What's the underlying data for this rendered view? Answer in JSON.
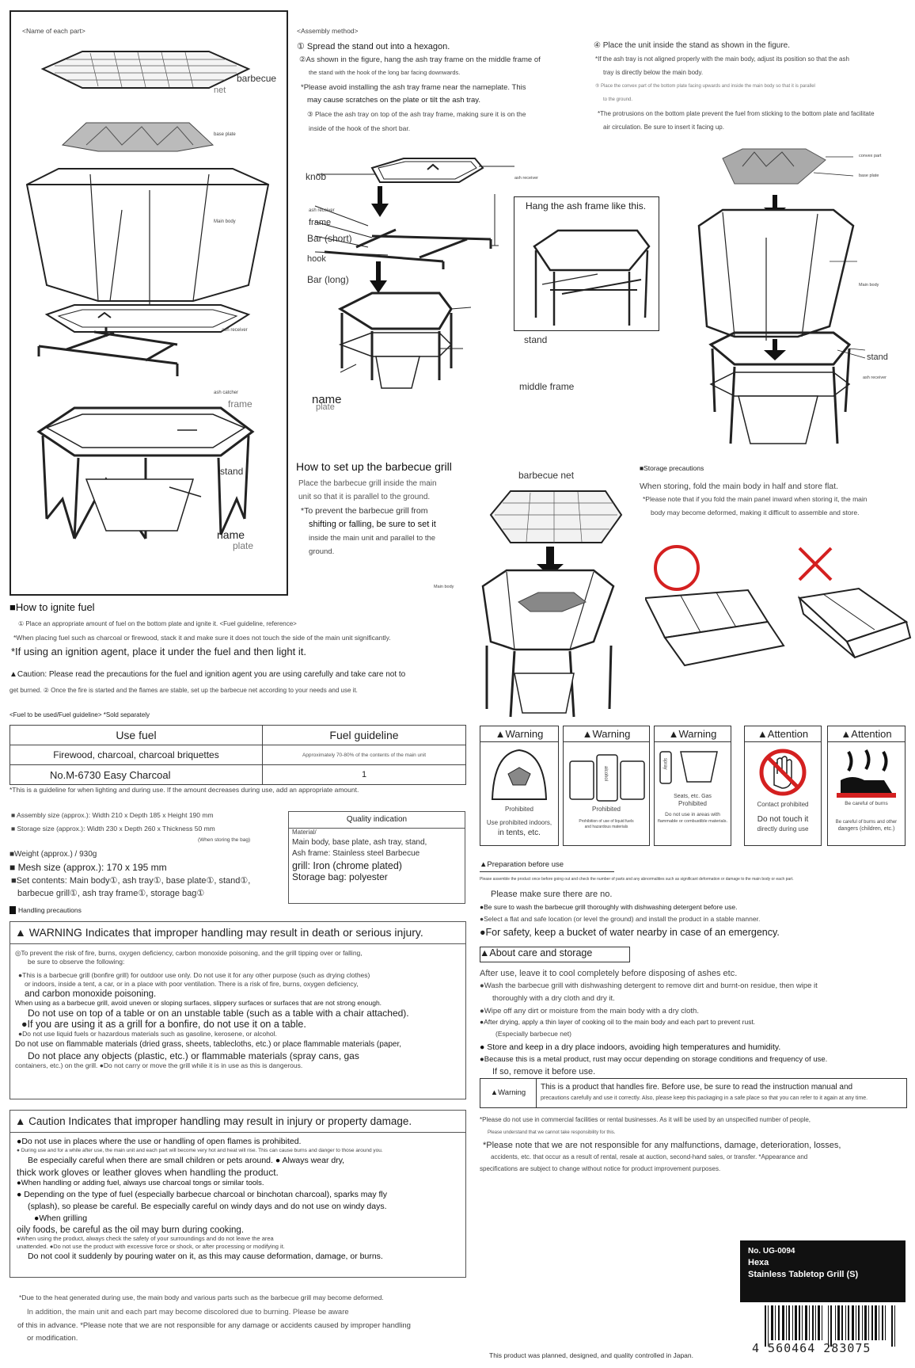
{
  "parts": {
    "heading": "<Name of each part>",
    "barbecue": "barbecue",
    "net": "net",
    "baseplate": "base plate",
    "mainbody": "Main body",
    "ashreceiver": "ash receiver",
    "ashcatcher": "ash catcher",
    "frame": "frame",
    "stand": "stand",
    "name": "name",
    "plate": "plate"
  },
  "assembly": {
    "heading": "<Assembly method>",
    "s1": "① Spread the stand out into a hexagon.",
    "s2a": "②As shown in the figure, hang the ash tray frame on the middle frame of",
    "s2b": "the stand with the hook of the long bar facing downwards.",
    "s2c": "*Please avoid installing the ash tray frame near the nameplate. This",
    "s2d": "may cause scratches on the plate or tilt the ash tray.",
    "s3a": "③ Place the ash tray on top of the ash tray frame, making sure it is on the",
    "s3b": "inside of the hook of the short bar.",
    "s4": "④ Place the unit inside the stand as shown in the figure.",
    "s4a": "*If the ash tray is not aligned properly with the main body, adjust its position so that the ash",
    "s4b": "tray is directly below the main body.",
    "s5a": "⑤ Place the convex part of the bottom plate facing upwards and inside the main body so that it is parallel",
    "s5b": "to the ground.",
    "s5c": "*The protrusions on the bottom plate prevent the fuel from sticking to the bottom plate and facilitate",
    "s5d": "air circulation. Be sure to insert it facing up.",
    "knob": "knob",
    "ashreceiver": "ash receiver",
    "ashreceiver2": "ash receiver",
    "frame": "frame",
    "barshort": "Bar (short)",
    "hook": "hook",
    "barlong": "Bar (long)",
    "hangbox": "Hang the ash frame like this.",
    "stand": "stand",
    "middleframe": "middle frame",
    "name": "name",
    "plate": "plate",
    "convexpart": "convex part",
    "baseplate": "base plate",
    "mainbody": "Main body",
    "stand2": "stand",
    "ashreceiver3": "ash receiver"
  },
  "setup": {
    "heading": "How to set up the barbecue grill",
    "l1": "Place the barbecue grill inside the main",
    "l2": "unit so that it is parallel to the ground.",
    "l3": "*To prevent the barbecue grill from",
    "l4": "shifting or falling, be sure to set it",
    "l5": "inside the main unit and parallel to the",
    "l6": "ground.",
    "bbqnet": "barbecue net",
    "mainbody": "Main body"
  },
  "storage": {
    "heading": "■Storage precautions",
    "l1": "When storing, fold the main body in half and store flat.",
    "l2": "*Please note that if you fold the main panel inward when storing it, the main",
    "l3": "body may become deformed, making it difficult to assemble and store."
  },
  "ignite": {
    "heading": "■How to ignite fuel",
    "l1": "① Place an appropriate amount of fuel on the bottom plate and ignite it. <Fuel guideline, reference>",
    "l2": "*When placing fuel such as charcoal or firewood, stack it and make sure it does not touch the side of the main unit significantly.",
    "l3": "*If using an ignition agent, place it under the fuel and then light it.",
    "l4": "▲Caution: Please read the precautions for the fuel and ignition agent you are using carefully and take care not to",
    "l5": "get burned. ② Once the fire is started and the flames are stable, set up the barbecue net according to your needs and use it."
  },
  "fuel": {
    "heading": "<Fuel to be used/Fuel guideline> *Sold separately",
    "col1": "Use fuel",
    "col2": "Fuel guideline",
    "r1c1": "Firewood, charcoal, charcoal briquettes",
    "r1c2": "Approximately 70-80% of the contents of the main unit",
    "r2c1": "No.M-6730 Easy Charcoal",
    "r2c2": "1",
    "note": "*This is a guideline for when lighting and during use. If the amount decreases during use, add an appropriate amount."
  },
  "specs": {
    "assembly": "■ Assembly size (approx.): Width 210 x Depth 185 x Height 190 mm",
    "storage": "■ Storage size (approx.): Width 230 x Depth 260 x Thickness 50 mm",
    "whenstoring": "(When storing the bag)",
    "weight": "■Weight (approx.) / 930g",
    "mesh": "■ Mesh size (approx.): 170 x 195 mm",
    "set1": "■Set contents: Main body①, ash tray①, base plate①, stand①,",
    "set2": "barbecue grill①, ash tray frame①, storage bag①",
    "handling": "Handling precautions"
  },
  "quality": {
    "heading": "Quality indication",
    "material": "Material/",
    "l1": "Main body, base plate, ash tray, stand,",
    "l2": "Ash frame: Stainless steel Barbecue",
    "l3": "grill: Iron (chrome plated)",
    "l4": "Storage bag: polyester"
  },
  "warning": {
    "heading": "▲ WARNING Indicates that improper handling may result in death or serious injury.",
    "l1": "◎To prevent the risk of fire, burns, oxygen deficiency, carbon monoxide poisoning, and the grill tipping over or falling,",
    "l2": "be sure to observe the following:",
    "l3": "●This is a barbecue grill (bonfire grill) for outdoor use only. Do not use it for any other purpose (such as drying clothes)",
    "l4": "or indoors, inside a tent, a car, or in a place with poor ventilation. There is a risk of fire, burns, oxygen deficiency,",
    "l5": "and carbon monoxide poisoning.",
    "l6": "When using as a barbecue grill, avoid uneven or sloping surfaces, slippery surfaces or surfaces that are not strong enough.",
    "l7": "Do not use on top of a table or on an unstable table (such as a table with a chair attached).",
    "l8": "●If you are using it as a grill for a bonfire, do not use it on a table.",
    "l9": "●Do not use liquid fuels or hazardous materials such as gasoline, kerosene, or alcohol.",
    "l10": "Do not use on flammable materials (dried grass, sheets, tablecloths, etc.) or place flammable materials (paper,",
    "l11": "Do not place any objects (plastic, etc.) or flammable materials (spray cans, gas",
    "l12": "containers, etc.) on the grill. ●Do not carry or move the grill while it is in use as this is dangerous."
  },
  "caution": {
    "heading": "▲ Caution Indicates that improper handling may result in injury or property damage.",
    "l1": "●Do not use in places where the use or handling of open flames is prohibited.",
    "l2": "● During use and for a while after use, the main unit and each part will become very hot and heat will rise. This can cause burns and danger to those around you.",
    "l3": "Be especially careful when there are small children or pets around. ● Always wear dry,",
    "l4": "thick work gloves or leather gloves when handling the product.",
    "l5": "●When handling or adding fuel, always use charcoal tongs or similar tools.",
    "l6": "● Depending on the type of fuel (especially barbecue charcoal or binchotan charcoal), sparks may fly",
    "l7": "(splash), so please be careful. Be especially careful on windy days and do not use on windy days.",
    "l8": "●When grilling",
    "l9": "oily foods, be careful as the oil may burn during cooking.",
    "l10": "●When using the product, always check the safety of your surroundings and do not leave the area",
    "l11": "unattended. ●Do not use the product with excessive force or shock, or after processing or modifying it.",
    "l12": "Do not cool it suddenly by pouring water on it, as this may cause deformation, damage, or burns."
  },
  "footnote": {
    "l1": "*Due to the heat generated during use, the main body and various parts such as the barbecue grill may become deformed.",
    "l2": "In addition, the main unit and each part may become discolored due to burning. Please be aware",
    "l3": "of this in advance. *Please note that we are not responsible for any damage or accidents caused by improper handling",
    "l4": "or modification."
  },
  "icons": [
    {
      "head": "▲Warning",
      "cap": "Prohibited",
      "t1": "Use prohibited indoors,",
      "t2": "in tents, etc."
    },
    {
      "head": "▲Warning",
      "cap": "Prohibited",
      "t1": "Prohibition of use of liquid fuels",
      "t2": "and hazardous materials"
    },
    {
      "head": "▲Warning",
      "cap": "Prohibited",
      "t1": "Do not use in areas with",
      "t2": "flammable or combustible materials."
    },
    {
      "head": "▲Attention",
      "cap": "Contact prohibited",
      "t1": "Do not touch it",
      "t2": "directly during use"
    },
    {
      "head": "▲Attention",
      "cap": "Be careful of burns",
      "t1": "Be careful of burns and other",
      "t2": "dangers (children, etc.)"
    }
  ],
  "icon_extra": {
    "spray": "spray",
    "seats": "Seats, etc. Gas",
    "alcohol": "alcohol"
  },
  "prep": {
    "heading": "▲Preparation before use",
    "l0": "Please assemble the product once before going out and check the number of parts and any abnormalities such as significant deformation or damage to the main body or each part.",
    "l1": "Please make sure there are no.",
    "l2": "●Be sure to wash the barbecue grill thoroughly with dishwashing detergent before use.",
    "l3": "●Select a flat and safe location (or level the ground) and install the product in a stable manner.",
    "l4": "●For safety, keep a bucket of water nearby in case of an emergency."
  },
  "care": {
    "heading": "▲About care and storage",
    "l1": "After use, leave it to cool completely before disposing of ashes etc.",
    "l2": "●Wash the barbecue grill with dishwashing detergent to remove dirt and burnt-on residue, then wipe it",
    "l3": "thoroughly with a dry cloth and dry it.",
    "l4": "●Wipe off any dirt or moisture from the main body with a dry cloth.",
    "l5": "●After drying, apply a thin layer of cooking oil to the main body and each part to prevent rust.",
    "l6": "(Especially barbecue net)",
    "l7": "● Store and keep in a dry place indoors, avoiding high temperatures and humidity.",
    "l8": "●Because this is a metal product, rust may occur depending on storage conditions and frequency of use.",
    "l9": "If so, remove it before use."
  },
  "warnstrip": {
    "label": "▲Warning",
    "l1": "This is a product that handles fire. Before use, be sure to read the instruction manual and",
    "l2": "precautions carefully and use it correctly. Also, please keep this packaging in a safe place so that you can refer to it again at any time."
  },
  "notes": {
    "l1": "*Please do not use in commercial facilities or rental businesses. As it will be used by an unspecified number of people,",
    "l2": "Please understand that we cannot take responsibility for this.",
    "l3": "*Please note that we are not responsible for any malfunctions, damage, deterioration, losses,",
    "l4": "accidents, etc. that occur as a result of rental, resale at auction, second-hand sales, or transfer. *Appearance and",
    "l5": "specifications are subject to change without notice for product improvement purposes."
  },
  "product": {
    "no": "No. UG-0094",
    "name1": "Hexa",
    "name2": "Stainless Tabletop Grill (S)"
  },
  "barcode": {
    "digits": "4 560464 283075"
  },
  "madein": "This product was planned, designed, and quality controlled in Japan."
}
